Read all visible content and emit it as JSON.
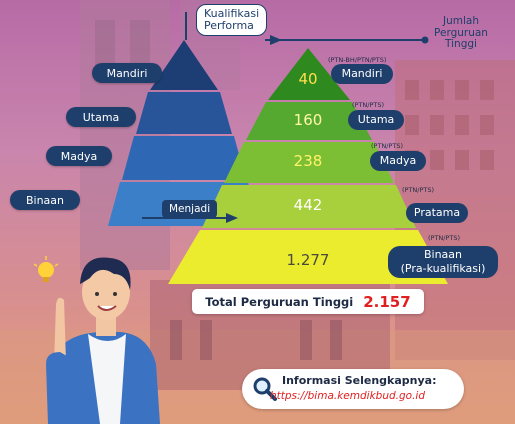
{
  "header": {
    "kualifikasi": "Kualifikasi\nPerforma",
    "jumlah": "Jumlah\nPerguruan\nTinggi"
  },
  "left_pyramid": [
    "Mandiri",
    "Utama",
    "Madya",
    "Binaan"
  ],
  "menjadi": "Menjadi",
  "right_pyramid": [
    {
      "value": "40",
      "label": "Mandiri",
      "type": "(PTN-BH/PTN/PTS)"
    },
    {
      "value": "160",
      "label": "Utama",
      "type": "(PTN/PTS)"
    },
    {
      "value": "238",
      "label": "Madya",
      "type": "(PTN/PTS)"
    },
    {
      "value": "442",
      "label": "Pratama",
      "type": "(PTN/PTS)"
    },
    {
      "value": "1.277",
      "label": "Binaan\n(Pra-kualifikasi)",
      "type": "(PTN/PTS)"
    }
  ],
  "total": {
    "label": "Total Perguruan Tinggi",
    "value": "2.157"
  },
  "info": {
    "title": "Informasi Selengkapnya:",
    "url": "https://bima.kemdikbud.go.id"
  },
  "colors": {
    "navy": "#1e3f6b",
    "tier_left": [
      "#1c3e74",
      "#28549a",
      "#2e67b4",
      "#3a7fc8"
    ],
    "tier_right": [
      "#2e8a1f",
      "#56a930",
      "#7cbf34",
      "#a8cf3c",
      "#ecec2f"
    ],
    "total_value": "#e02020"
  },
  "icons": [
    "search-icon",
    "lightbulb-icon"
  ]
}
